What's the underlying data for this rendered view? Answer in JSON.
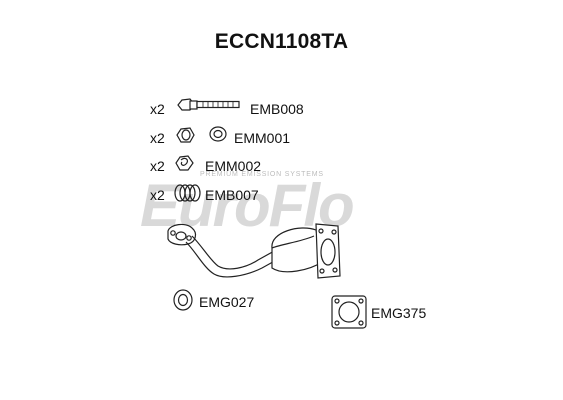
{
  "title": "ECCN1108TA",
  "watermark": {
    "brand": "EuroFlo",
    "tagline": "PREMIUM EMISSION SYSTEMS"
  },
  "parts": [
    {
      "qty": "x2",
      "code": "EMB008",
      "icon": "bolt-icon"
    },
    {
      "qty": "x2",
      "code": "EMM001",
      "icon": "nut-icon"
    },
    {
      "qty": "x2",
      "code": "EMM002",
      "icon": "spring-nut-icon"
    },
    {
      "qty": "x2",
      "code": "EMB007",
      "icon": "spring-icon"
    }
  ],
  "gaskets": [
    {
      "code": "EMG027",
      "icon": "ring-gasket-icon"
    },
    {
      "code": "EMG375",
      "icon": "square-gasket-icon"
    }
  ],
  "assembly": {
    "icon": "catalytic-converter-pipe-icon"
  }
}
